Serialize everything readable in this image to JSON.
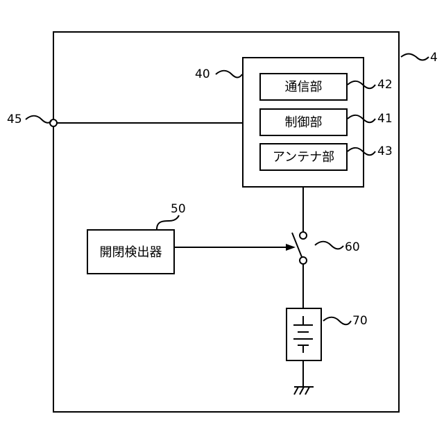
{
  "diagram": {
    "device": {
      "ref": "4"
    },
    "terminal": {
      "ref": "45"
    },
    "controller": {
      "ref": "40"
    },
    "communication_unit": {
      "label": "通信部",
      "ref": "42"
    },
    "control_unit": {
      "label": "制御部",
      "ref": "41"
    },
    "antenna_unit": {
      "label": "アンテナ部",
      "ref": "43"
    },
    "open_close_detector": {
      "label": "開閉検出器",
      "ref": "50"
    },
    "switch": {
      "ref": "60"
    },
    "battery": {
      "ref": "70"
    }
  }
}
